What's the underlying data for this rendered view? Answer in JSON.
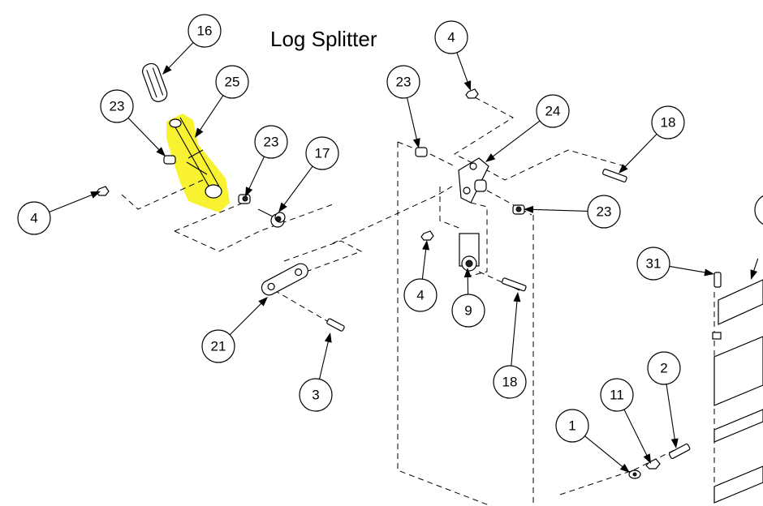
{
  "title": "Log Splitter",
  "colors": {
    "highlight": "#f7f11a",
    "line": "#000000",
    "background": "#ffffff"
  },
  "callouts": [
    {
      "id": "c16",
      "label": "16"
    },
    {
      "id": "c25",
      "label": "25"
    },
    {
      "id": "c23a",
      "label": "23"
    },
    {
      "id": "c23b",
      "label": "23"
    },
    {
      "id": "c17",
      "label": "17"
    },
    {
      "id": "c4a",
      "label": "4"
    },
    {
      "id": "c21",
      "label": "21"
    },
    {
      "id": "c3",
      "label": "3"
    },
    {
      "id": "c4b",
      "label": "4"
    },
    {
      "id": "c23c",
      "label": "23"
    },
    {
      "id": "c24",
      "label": "24"
    },
    {
      "id": "c18a",
      "label": "18"
    },
    {
      "id": "c23d",
      "label": "23"
    },
    {
      "id": "c4c",
      "label": "4"
    },
    {
      "id": "c9",
      "label": "9"
    },
    {
      "id": "c18b",
      "label": "18"
    },
    {
      "id": "c31",
      "label": "31"
    },
    {
      "id": "c1",
      "label": "1"
    },
    {
      "id": "c11",
      "label": "11"
    },
    {
      "id": "c2",
      "label": "2"
    }
  ]
}
